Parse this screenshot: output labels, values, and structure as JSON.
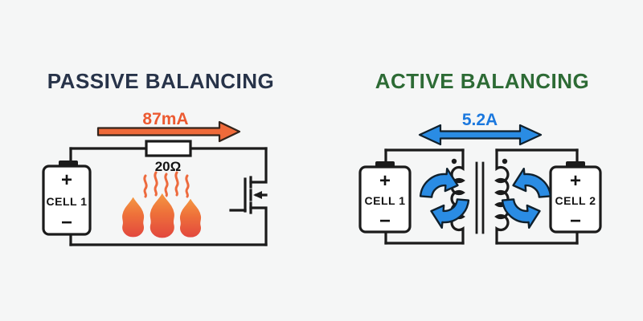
{
  "background_color": "#f5f6f6",
  "left_panel": {
    "title": "PASSIVE BALANCING",
    "title_color": "#273349",
    "current_label": "87mA",
    "current_arrow_color": "#ef6a3a",
    "resistor_label": "20Ω",
    "battery": {
      "plus": "+",
      "label": "CELL 1",
      "minus": "−"
    },
    "icons": [
      "flame-icon",
      "heat-waves-icon",
      "resistor-icon",
      "mosfet-icon",
      "battery-icon",
      "current-arrow-icon"
    ]
  },
  "right_panel": {
    "title": "ACTIVE BALANCING",
    "title_color": "#2d6b35",
    "current_label": "5.2A",
    "current_arrow_color": "#2a8ce4",
    "battery_left": {
      "plus": "+",
      "label": "CELL 1",
      "minus": "−"
    },
    "battery_right": {
      "plus": "+",
      "label": "CELL 2",
      "minus": "−"
    },
    "icons": [
      "transformer-icon",
      "cycle-arrow-cw-icon",
      "cycle-arrow-ccw-icon",
      "battery-icon",
      "bidirectional-arrow-icon"
    ]
  }
}
